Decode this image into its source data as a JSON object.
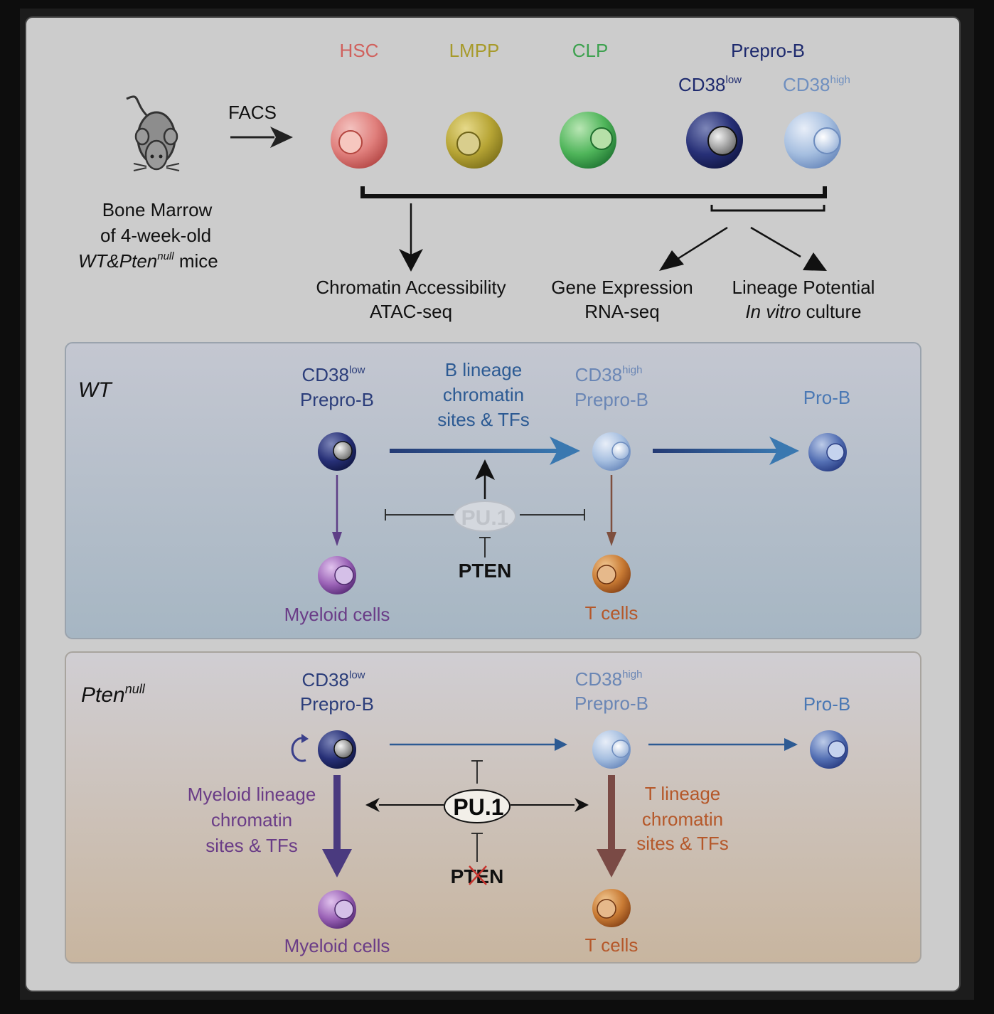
{
  "colors": {
    "hsc": "#d0615d",
    "lmpp": "#a79a2a",
    "clp": "#3da14f",
    "prepro_b": "#1e2a6e",
    "cd38high": "#6f8fbf",
    "myeloid": "#6a3c87",
    "t_cell": "#b5582a",
    "b_arrow": "#2c5a93",
    "wt_panel_top": "#c2c5d0",
    "wt_panel_bottom": "#a8b7c4",
    "pten_panel_top": "#cfcdd2",
    "pten_panel_bottom": "#c9b7a0"
  },
  "top": {
    "source": {
      "line1": "Bone Marrow",
      "line2": "of 4-week-old",
      "wt": "WT&Pten",
      "null": "null",
      "mice": " mice"
    },
    "facs": "FACS",
    "populations": [
      {
        "label": "HSC",
        "color_key": "hsc"
      },
      {
        "label": "LMPP",
        "color_key": "lmpp"
      },
      {
        "label": "CLP",
        "color_key": "clp"
      }
    ],
    "prepro_b": {
      "label": "Prepro-B",
      "low_main": "CD38",
      "low_sup": "low",
      "high_main": "CD38",
      "high_sup": "high"
    },
    "assays": {
      "chromatin": {
        "line1": "Chromatin Accessibility",
        "line2": "ATAC-seq"
      },
      "expression": {
        "line1": "Gene Expression",
        "line2": "RNA-seq"
      },
      "lineage": {
        "line1": "Lineage Potential",
        "line2_italic": "In vitro",
        "line2_rest": " culture"
      }
    }
  },
  "wt_panel": {
    "title": "WT",
    "cd38low": {
      "main": "CD38",
      "sup": "low",
      "sub": "Prepro-B"
    },
    "b_lineage": [
      "B lineage",
      "chromatin",
      "sites & TFs"
    ],
    "cd38high": {
      "main": "CD38",
      "sup": "high",
      "sub": "Prepro-B"
    },
    "pro_b": "Pro-B",
    "pu1": "PU.1",
    "pten": "PTEN",
    "myeloid": "Myeloid cells",
    "t_cells": "T cells"
  },
  "pten_panel": {
    "title": "Pten",
    "title_sup": "null",
    "cd38low": {
      "main": "CD38",
      "sup": "low",
      "sub": "Prepro-B"
    },
    "cd38high": {
      "main": "CD38",
      "sup": "high",
      "sub": "Prepro-B"
    },
    "pro_b": "Pro-B",
    "myeloid_lineage": [
      "Myeloid lineage",
      "chromatin",
      "sites & TFs"
    ],
    "t_lineage": [
      "T lineage",
      "chromatin",
      "sites & TFs"
    ],
    "pu1": "PU.1",
    "pten": "PTEN",
    "myeloid": "Myeloid cells",
    "t_cells": "T cells"
  }
}
